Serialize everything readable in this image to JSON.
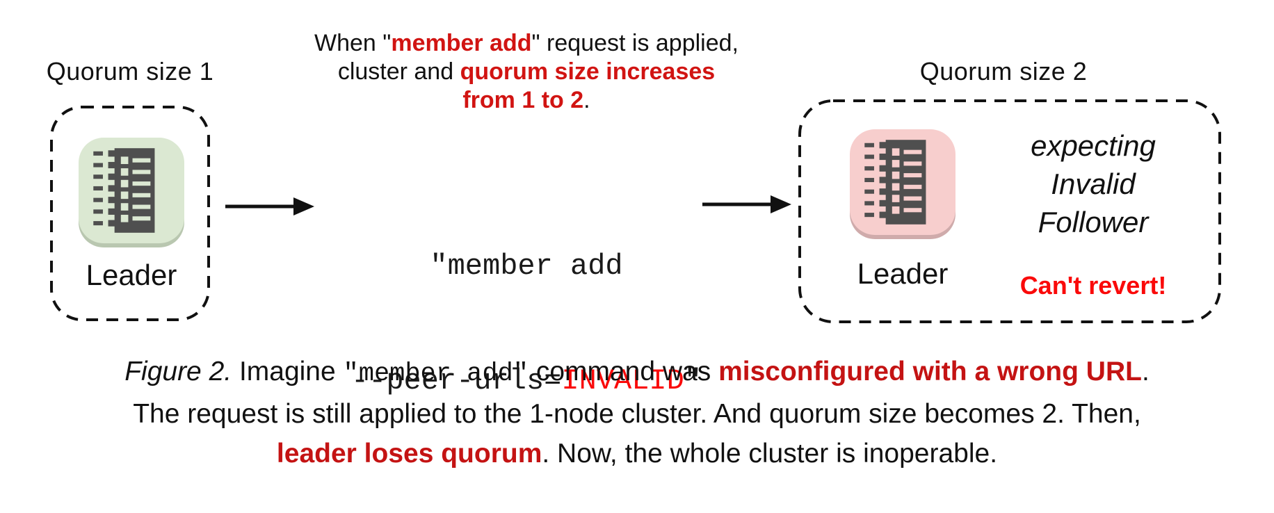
{
  "colors": {
    "annotation_red": "#d11412",
    "bright_red": "#fa0a0a",
    "caption_red": "#c41313",
    "icon_green_bg": "#dbe8d2",
    "icon_pink_bg": "#f7cecd",
    "icon_glyph": "#4f4f4f",
    "text": "#111111"
  },
  "left_group": {
    "title": "Quorum size 1",
    "node_label": "Leader",
    "node_icon": "member-log-icon",
    "node_state_color": "#dbe8d2"
  },
  "right_group": {
    "title": "Quorum size 2",
    "node_label": "Leader",
    "node_icon": "member-log-icon",
    "node_state_color": "#f7cecd",
    "note_line1": "expecting",
    "note_line2": "Invalid",
    "note_line3": "Follower",
    "warning": "Can't revert!"
  },
  "annotation": {
    "line1_pre": "When \"",
    "line1_em": "member add",
    "line1_post": "\" request is applied,",
    "line2_pre": "cluster and ",
    "line2_em": "quorum size increases",
    "line3_em": "from 1 to 2",
    "line3_post": "."
  },
  "command": {
    "line1": "\"member add",
    "line2_pre": "--peer-urls=",
    "line2_em": "INVALID",
    "line2_post": "\""
  },
  "caption": {
    "figure_label": "Figure 2.",
    "l1_pre": " Imagine ",
    "l1_code": "\"member add\"",
    "l1_mid": " command was ",
    "l1_em": "misconfigured with a wrong URL",
    "l1_post": ".",
    "l2": "The request is still applied to the 1-node cluster. And quorum size becomes 2. Then,",
    "l3_em": "leader loses quorum",
    "l3_post": ". Now, the whole cluster is inoperable."
  }
}
